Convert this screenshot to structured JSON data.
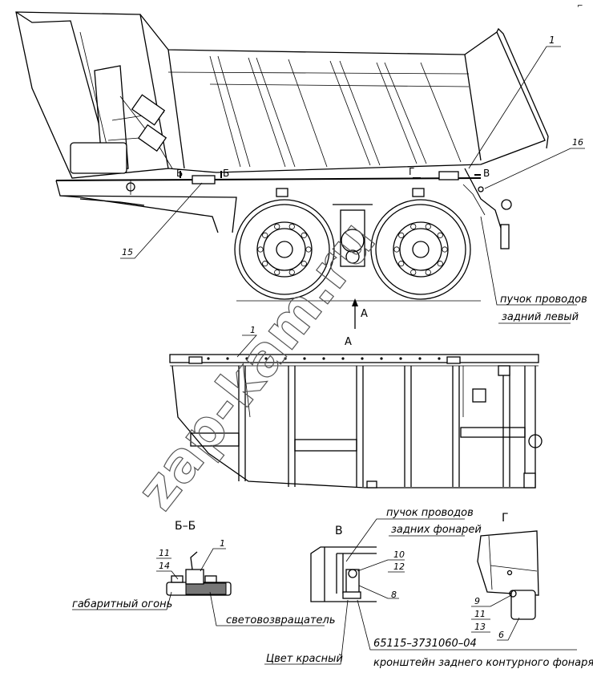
{
  "drawing": {
    "corner_mark": "⌐"
  },
  "section_labels": {
    "view_a": "А",
    "arrow_a": "А",
    "cut_b_left": "Б",
    "cut_b_right": "Б",
    "cut_g": "Г",
    "cut_v": "В",
    "section_bb": "Б–Б",
    "view_v": "В",
    "view_g": "Г"
  },
  "callouts": {
    "c1_top": "1",
    "c16": "16",
    "c15": "15",
    "c1_view_a": "1",
    "c1_bb": "1",
    "c11_bb": "11",
    "c14_bb": "14",
    "c10_v": "10",
    "c12_v": "12",
    "c8_v": "8",
    "c9_g": "9",
    "c11_g": "11",
    "c13_g": "13",
    "c6_g": "6"
  },
  "notes": {
    "wires_rear_left_1": "пучок проводов",
    "wires_rear_left_2": "задний левый",
    "wires_rear_lamps_1": "пучок проводов",
    "wires_rear_lamps_2": "задних фонарей",
    "clearance_lamp": "габаритный огонь",
    "reflector": "световозвращатель",
    "color_red": "Цвет красный",
    "part_number": "65115–3731060–04",
    "bracket": "кронштейн заднего контурного фонаря"
  },
  "watermark": "zap-kam.ru"
}
